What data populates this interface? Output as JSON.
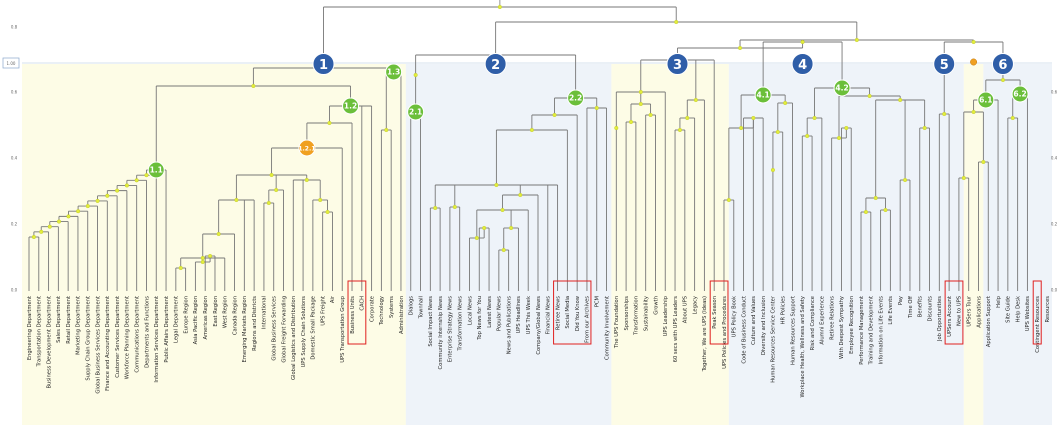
{
  "colors": {
    "band_yellow": "#fdfce6",
    "band_blue": "#eef3f9",
    "badge_blue": "#2f5ea8",
    "badge_green": "#6bbf3a",
    "badge_orange": "#f0a020",
    "highlight_red": "#e02020",
    "node_yellow": "#e3ee3c"
  },
  "axis": {
    "left_ticks": [
      "0.0",
      "0.2",
      "0.4",
      "0.6",
      "0.8"
    ],
    "right_ticks": [
      "0.0",
      "0.2",
      "0.4",
      "0.6",
      "0.8"
    ],
    "top_ticks": [
      "0.8"
    ],
    "scale_label": "1.00"
  },
  "clusters": [
    {
      "label": "1"
    },
    {
      "label": "2"
    },
    {
      "label": "3"
    },
    {
      "label": "4"
    },
    {
      "label": "5"
    },
    {
      "label": "6"
    }
  ],
  "subclusters": [
    {
      "label": "1.1"
    },
    {
      "label": "1.2"
    },
    {
      "label": "1.3"
    },
    {
      "label": "1.2.1"
    },
    {
      "label": "2.1"
    },
    {
      "label": "2.2"
    },
    {
      "label": "4.1"
    },
    {
      "label": "4.2"
    },
    {
      "label": "6.1"
    },
    {
      "label": "6.2"
    }
  ],
  "leaves": [
    "Engineering Department",
    "Transportation Department",
    "Business Development Department",
    "Sales Department",
    "Retail Department",
    "Marketing Department",
    "Supply Chain Group Department",
    "Global Business Services Department",
    "Finance and Accounting Department",
    "Customer Services Department",
    "Workforce Planning Department",
    "Communications Department",
    "Departments and Functions",
    "Information Services Department",
    "Public Affairs Department",
    "Legal Department",
    "Europe Region",
    "Asia Pacific Region",
    "Americas Region",
    "East Region",
    "West Region",
    "Canada Region",
    "Emerging Markets Region",
    "Regions and Districts",
    "International",
    "Global Business Services",
    "Global Freight Forwarding",
    "Global Logistics and Distribution",
    "UPS Supply Chain Solutions",
    "Domestic Small Package",
    "UPS Freight",
    "Air",
    "UPS Transportation Group",
    "Business Units",
    "CACH",
    "Corporate",
    "Technology",
    "Systems",
    "Administration",
    "Dialogs",
    "Townhall",
    "Social Impact News",
    "Community Internship News",
    "Enterprise Strategy News",
    "Transformation News",
    "Local News",
    "Top News for You",
    "Latest News",
    "Popular News",
    "News and Publications",
    "UPS Headlines",
    "UPS This Week",
    "Company/Global News",
    "Financial News",
    "Retiree News",
    "Social Media",
    "Did You Know",
    "From our Archives",
    "PCM",
    "Community Involvement",
    "The UPS Foundation",
    "Sponsorships",
    "Transformation",
    "Sustainability",
    "Growth",
    "UPS Leadership",
    "60 secs with UPS Leaders",
    "About UPS",
    "Legacy",
    "Together, We are UPS (Ideas)",
    "Peak Season",
    "UPS Policies and Procedures",
    "UPS Policy Book",
    "Code of Business Conduct",
    "Culture and Values",
    "Diversity and Inclusion",
    "Human Resources Service Center",
    "HR Policies",
    "Human Resources Support",
    "Workplace Health, Wellness and Safety",
    "Risk and Compliance",
    "Alumni Experience",
    "Retiree Relations",
    "With Deepest Sympathy",
    "Employee Recognition",
    "Performance Management",
    "Training and Development",
    "Information on Life Events",
    "Life Events",
    "Pay",
    "Time Off",
    "Benefits",
    "Discounts",
    "Job Opportunities",
    "UPSers Account",
    "New to UPS",
    "UPSers Tour",
    "Applications",
    "Application Support",
    "Help",
    "Site Guide",
    "Help Desk",
    "UPS Websites",
    "Contingent Resources",
    "Resources"
  ]
}
